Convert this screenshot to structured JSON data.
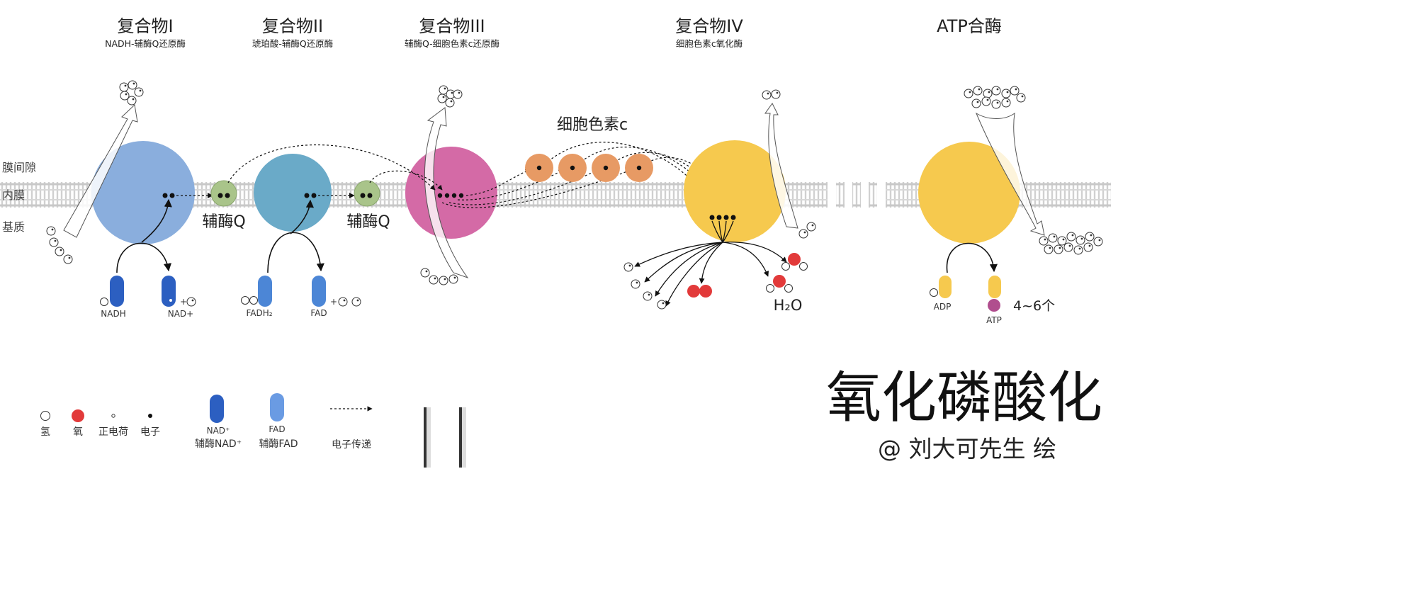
{
  "complexes": [
    {
      "title": "复合物I",
      "subtitle": "NADH-辅酶Q还原酶"
    },
    {
      "title": "复合物II",
      "subtitle": "琥珀酸-辅酶Q还原酶"
    },
    {
      "title": "复合物III",
      "subtitle": "辅酶Q-细胞色素c还原酶"
    },
    {
      "title": "复合物IV",
      "subtitle": "细胞色素c氧化酶"
    },
    {
      "title": "ATP合酶",
      "subtitle": ""
    }
  ],
  "membrane_labels": {
    "intermembrane": "膜间隙",
    "inner": "内膜",
    "matrix": "基质"
  },
  "carriers": {
    "coq_1": "辅酶Q",
    "coq_2": "辅酶Q",
    "cytc": "细胞色素c"
  },
  "molecules": {
    "nadh": "NADH",
    "nad_plus": "NAD+",
    "fadh2": "FADH₂",
    "fad": "FAD",
    "h2o": "H₂O",
    "adp": "ADP",
    "atp": "ATP",
    "atp_count": "4~6个",
    "plus": "+"
  },
  "legend": {
    "hydrogen": "氢",
    "oxygen": "氧",
    "positive": "正电荷",
    "electron": "电子",
    "nad_top": "NAD⁺",
    "nad_bottom": "辅酶NAD⁺",
    "fad_top": "FAD",
    "fad_bottom": "辅酶FAD",
    "transfer": "电子传递"
  },
  "headline": "氧化磷酸化",
  "credit": "@ 刘大可先生 绘",
  "colors": {
    "complex1": "#8AAEDD",
    "complex2": "#6AAAC8",
    "complex3": "#D46AA6",
    "complex4": "#F6C94E",
    "atp_synthase": "#F6C94E",
    "coq": "#A9C48A",
    "cytc": "#E79A64",
    "oxygen": "#E23A3A",
    "nad_dark": "#2C5FC1",
    "fad_light": "#4C86D6",
    "atp_dot": "#B04E8E",
    "membrane": "#CFCFCF"
  }
}
